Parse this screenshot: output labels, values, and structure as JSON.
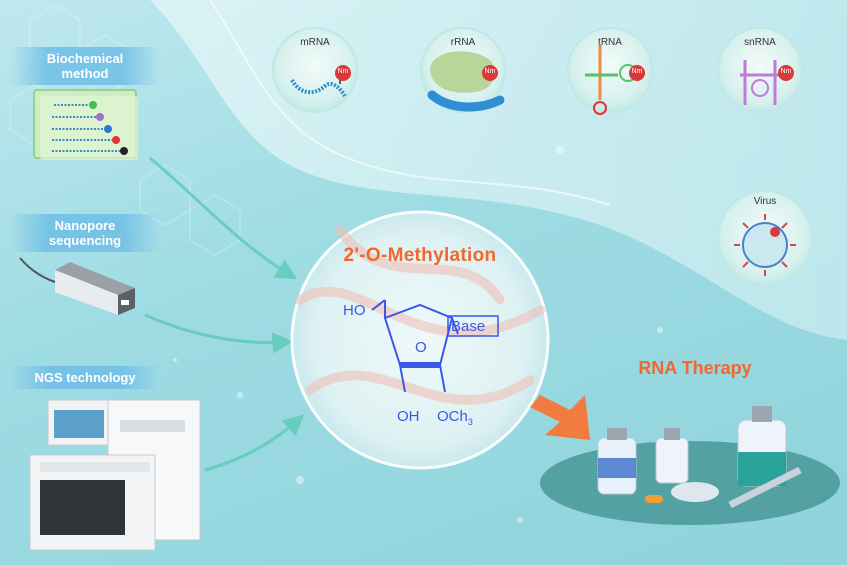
{
  "methods": [
    {
      "label_line1": "Biochemical",
      "label_line2": "method"
    },
    {
      "label_line1": "Nanopore",
      "label_line2": "sequencing"
    },
    {
      "label_line1": "NGS technology",
      "label_line2": ""
    }
  ],
  "center": {
    "title": "2'-O-Methylation",
    "ho": "HO",
    "ring_o": "O",
    "base": "Base",
    "oh": "OH",
    "och3": "OCh",
    "och3_sub": "3"
  },
  "rna_types": [
    {
      "label": "mRNA",
      "tag": "Nm"
    },
    {
      "label": "rRNA",
      "tag": "Nm"
    },
    {
      "label": "tRNA",
      "tag": "Nm"
    },
    {
      "label": "snRNA",
      "tag": "Nm"
    }
  ],
  "virus": {
    "label": "Virus"
  },
  "therapy": {
    "label": "RNA Therapy"
  },
  "colors": {
    "accent": "#f2682c",
    "chem": "#3b57e8",
    "nm_badge": "#d83a3a",
    "teal_arrow": "#5ccab6"
  }
}
